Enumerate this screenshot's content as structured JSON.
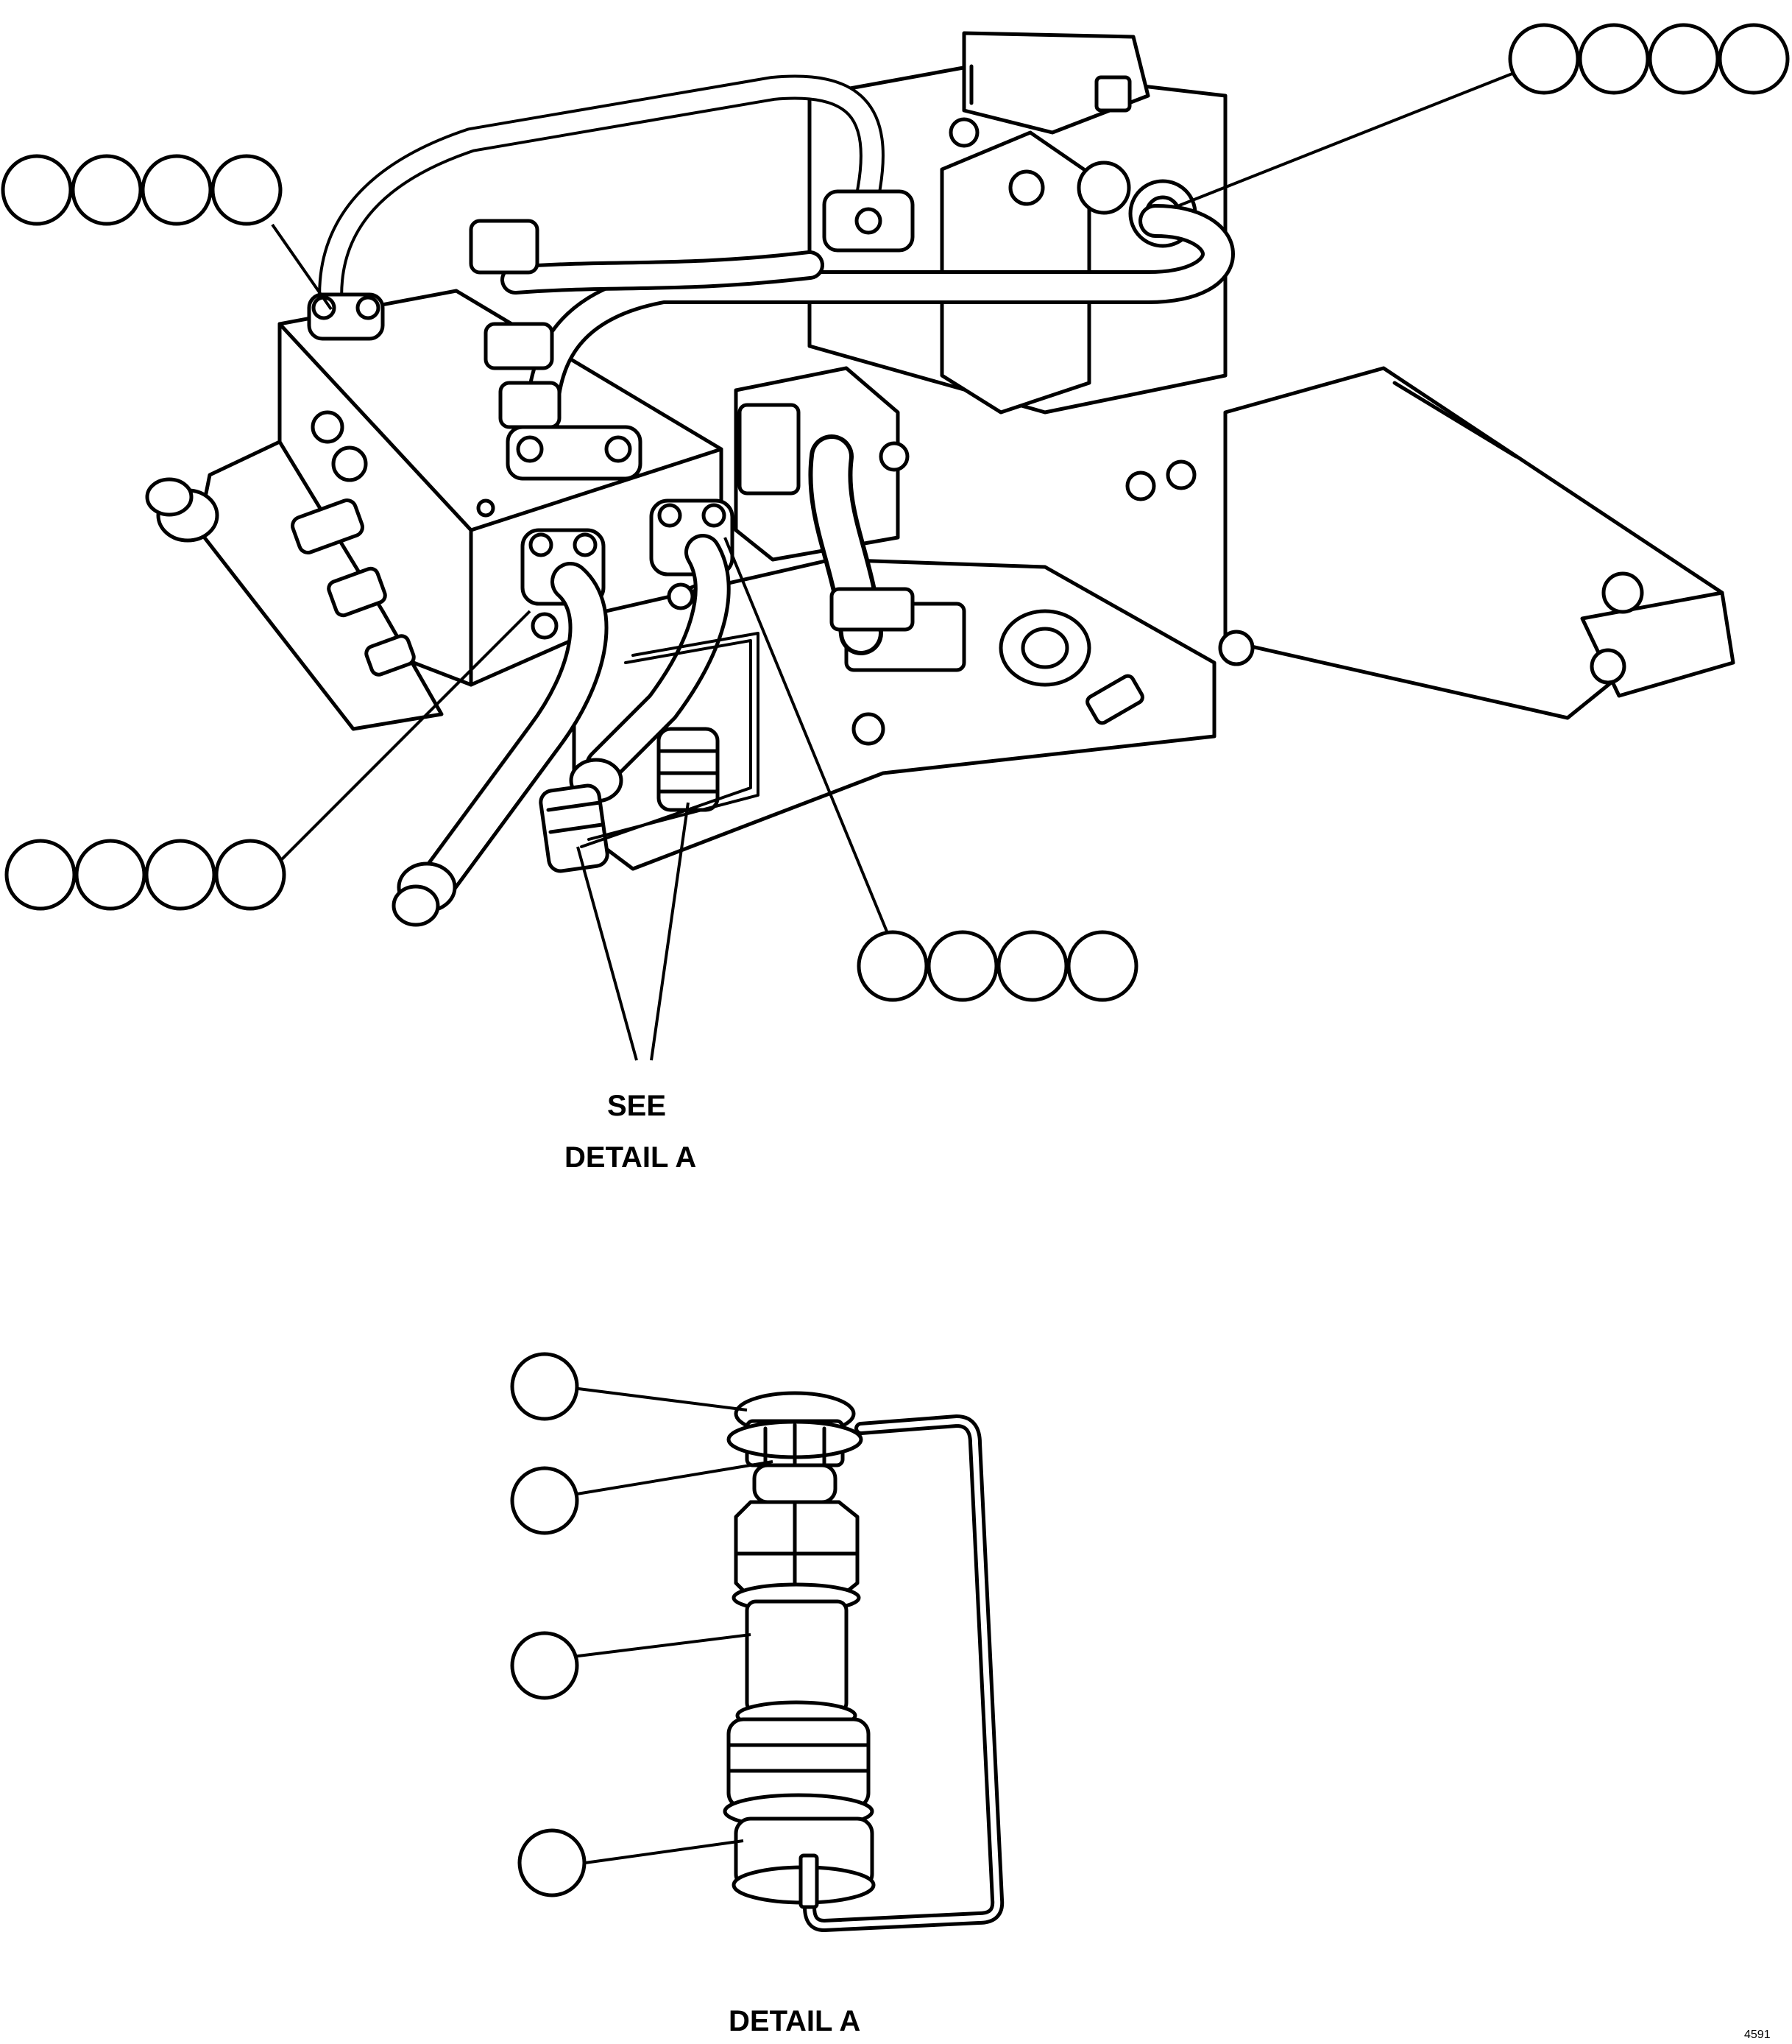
{
  "labels": {
    "see": "SEE",
    "detail_ref": "DETAIL A",
    "detail_title": "DETAIL A",
    "drawing_number": "4591"
  }
}
